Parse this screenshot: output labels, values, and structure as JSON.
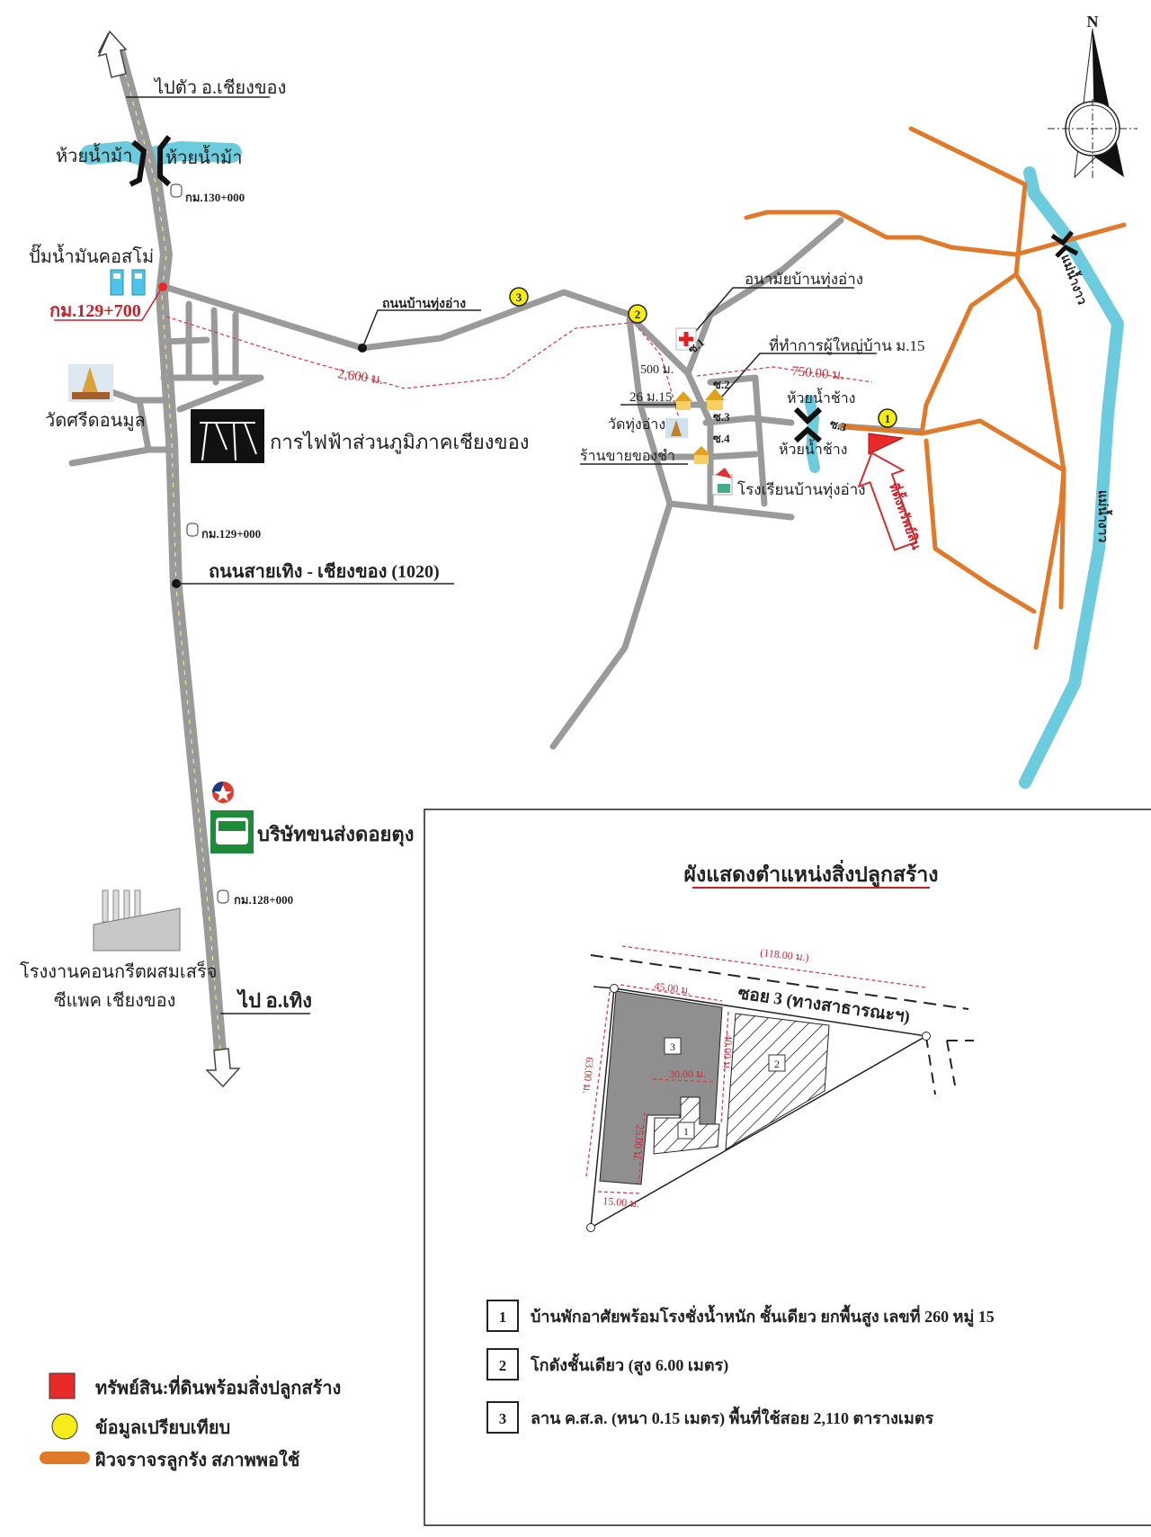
{
  "map": {
    "to_chiang_khong": "ไปตัว อ.เชียงของ",
    "huai_nam_ma_left": "ห้วยน้ำม้า",
    "huai_nam_ma_right": "ห้วยน้ำม้า",
    "km_130": "กม.130+000",
    "pump_station": "ปั๊มน้ำมันคอสโม่",
    "km_129_700": "กม.129+700",
    "wat_si_don_mun": "วัดศรีดอนมูล",
    "pea": "การไฟฟ้าส่วนภูมิภาคเชียงของ",
    "road_ban_thung_ang": "ถนนบ้านทุ่งอ่าง",
    "dist_2600": "2,600 ม.",
    "km_129": "กม.129+000",
    "highway": "ถนนสายเทิง - เชียงของ (1020)",
    "bus_company": "บริษัทขนส่งดอยตุง",
    "km_128": "กม.128+000",
    "factory_line1": "โรงงานคอนกรีตผสมเสร็จ",
    "factory_line2": "ซีแพค เชียงของ",
    "to_thoeng": "ไป อ.เทิง",
    "health_center": "อนามัยบ้านทุ่งอ่าง",
    "village_head_office": "ที่ทำการผู้ใหญ่บ้าน ม.15",
    "dist_500": "500 ม.",
    "dist_750": "750.00 ม.",
    "house_26": "26 ม.15",
    "wat_thung_ang": "วัดทุ่งอ่าง",
    "grocery": "ร้านขายของชำ",
    "school": "โรงเรียนบ้านทุ่งอ่าง",
    "huai_nam_chang_top": "ห้วยน้ำช้าง",
    "huai_nam_chang_bottom": "ห้วยน้ำช้าง",
    "soi_1": "ซ.1",
    "soi_2": "ซ.2",
    "soi_3": "ซ.3",
    "soi_4": "ซ.4",
    "soi_3_east": "ซ.3",
    "property_arrow": "ที่ตั้งทรัพย์สิน",
    "mae_ngao_top": "แม่น้ำงาว",
    "mae_ngao_bottom": "แม่น้ำงาว",
    "north": "N",
    "markers": [
      "1",
      "2",
      "3"
    ]
  },
  "legend": {
    "items": [
      {
        "label": "ทรัพย์สิน:ที่ดินพร้อมสิ่งปลูกสร้าง",
        "color": "#e82a2a",
        "shape": "square"
      },
      {
        "label": "ข้อมูลเปรียบเทียบ",
        "color": "#f5ec1a",
        "shape": "circle"
      },
      {
        "label": "ผิวจราจรลูกรัง  สภาพพอใช้",
        "color": "#e07a2a",
        "shape": "bar"
      }
    ]
  },
  "plan": {
    "title": "ผังแสดงตำแหน่งสิ่งปลูกสร้าง",
    "road_label": "ซอย 3  (ทางสาธารณะฯ)",
    "dims": {
      "total": "(118.00 ม.)",
      "d45": "45.00 ม.",
      "d40": "40.00 ม.",
      "d30": "30.00 ม.",
      "d63": "63.00 ม.",
      "d25": "25.00 ม.",
      "d15": "15.00 ม."
    },
    "items": [
      {
        "no": "1",
        "label": "บ้านพักอาศัยพร้อมโรงชั่งน้ำหนัก ชั้นเดียว ยกพื้นสูง เลขที่ 260 หมู่ 15"
      },
      {
        "no": "2",
        "label": "โกดังชั้นเดียว (สูง 6.00 เมตร)"
      },
      {
        "no": "3",
        "label": "ลาน ค.ส.ล. (หนา 0.15 เมตร)  พื้นที่ใช้สอย 2,110 ตารางเมตร"
      }
    ]
  },
  "colors": {
    "road": "#9a9a9a",
    "laterite_road": "#e07a2a",
    "river": "#6ccbdc",
    "property": "#e82a2a",
    "comparable": "#f5ec1a",
    "dimension": "#c0303a"
  }
}
